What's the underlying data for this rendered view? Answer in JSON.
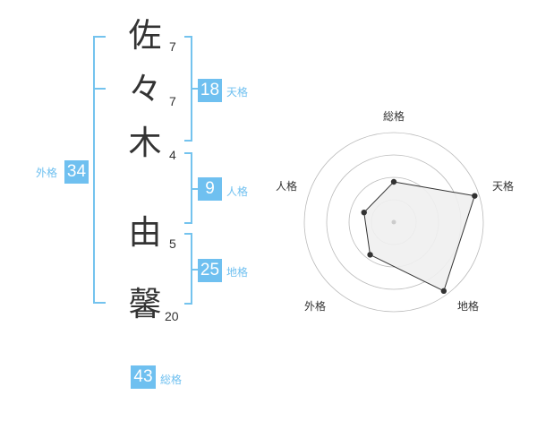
{
  "name": {
    "chars": [
      {
        "char": "佐",
        "strokes": "7"
      },
      {
        "char": "々",
        "strokes": "7"
      },
      {
        "char": "木",
        "strokes": "4"
      },
      {
        "char": "由",
        "strokes": "5"
      },
      {
        "char": "馨",
        "strokes": "20"
      }
    ]
  },
  "fortunes": {
    "tenkaku": {
      "value": "18",
      "label": "天格"
    },
    "jinkaku": {
      "value": "9",
      "label": "人格"
    },
    "chikaku": {
      "value": "25",
      "label": "地格"
    },
    "gaikaku": {
      "value": "34",
      "label": "外格"
    },
    "soukaku": {
      "value": "43",
      "label": "総格"
    }
  },
  "radar": {
    "axes": [
      "総格",
      "天格",
      "地格",
      "外格",
      "人格"
    ],
    "values": [
      0.45,
      0.95,
      0.95,
      0.45,
      0.35
    ],
    "max": 1,
    "colors": {
      "fill": "#f0f0f0",
      "stroke": "#333333",
      "rings": "#bbbbbb",
      "point": "#333333"
    }
  },
  "colors": {
    "accent": "#6fc0f0"
  }
}
